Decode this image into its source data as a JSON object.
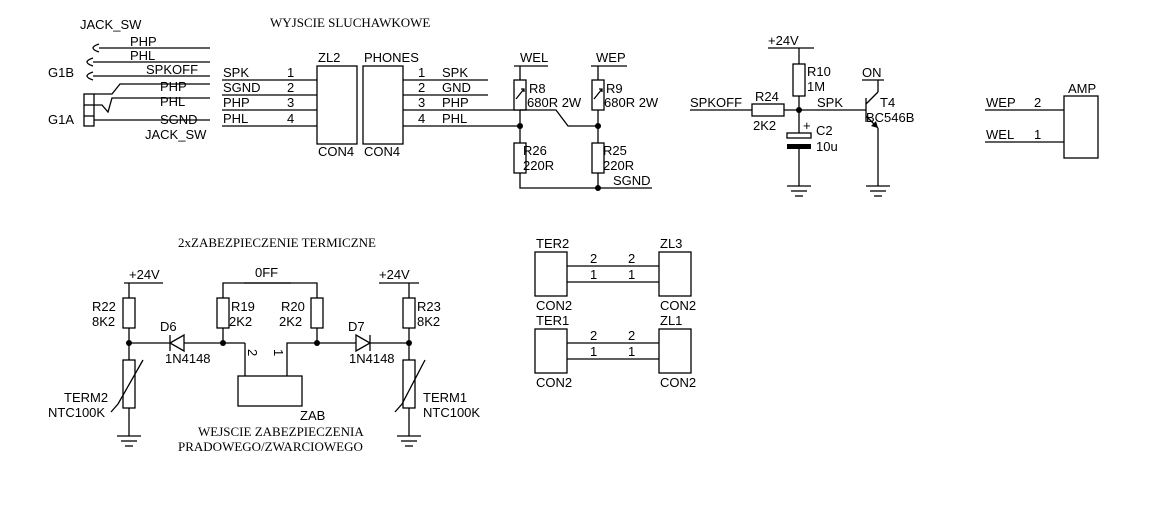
{
  "titles": {
    "headphones": "WYJSCIE SLUCHAWKOWE",
    "thermal": "2xZABEZPIECZENIE TERMICZNE",
    "input_line1": "WEJSCIE ZABEZPIECZENIA",
    "input_line2": "PRADOWEGO/ZWARCIOWEGO"
  },
  "jack": {
    "top_label": "JACK_SW",
    "bottom_label": "JACK_SW",
    "g1b": "G1B",
    "g1a": "G1A",
    "pins_top": [
      "PHP",
      "PHL",
      "SPKOFF"
    ],
    "pins_bottom": [
      "PHP",
      "PHL",
      "SGND"
    ]
  },
  "zl2": {
    "name": "ZL2",
    "type": "CON4",
    "left_nets": [
      "SPK",
      "SGND",
      "PHP",
      "PHL"
    ],
    "pins": [
      "1",
      "2",
      "3",
      "4"
    ]
  },
  "phones": {
    "name": "PHONES",
    "type": "CON4",
    "pins": [
      "1",
      "2",
      "3",
      "4"
    ],
    "right_nets": [
      "SPK",
      "GND",
      "PHP",
      "PHL"
    ]
  },
  "resistors": {
    "r8": {
      "name": "R8",
      "value": "680R 2W",
      "net": "WEL"
    },
    "r9": {
      "name": "R9",
      "value": "680R 2W",
      "net": "WEP"
    },
    "r26": {
      "name": "R26",
      "value": "220R"
    },
    "r25": {
      "name": "R25",
      "value": "220R"
    },
    "sgnd": "SGND",
    "r10": {
      "name": "R10",
      "value": "1M"
    },
    "r24": {
      "name": "R24",
      "value": "2K2"
    },
    "r22": {
      "name": "R22",
      "value": "8K2"
    },
    "r19": {
      "name": "R19",
      "value": "2K2"
    },
    "r20": {
      "name": "R20",
      "value": "2K2"
    },
    "r23": {
      "name": "R23",
      "value": "8K2"
    }
  },
  "transistor_stage": {
    "supply": "+24V",
    "input_net": "SPKOFF",
    "output_net": "SPK",
    "on_label": "ON",
    "cap_name": "C2",
    "cap_value": "10u",
    "cap_polarity": "+",
    "transistor_name": "T4",
    "transistor_type": "BC546B"
  },
  "amp": {
    "name": "AMP",
    "pins": [
      {
        "net": "WEP",
        "pin": "2"
      },
      {
        "net": "WEL",
        "pin": "1"
      }
    ]
  },
  "thermal": {
    "supply_left": "+24V",
    "supply_right": "+24V",
    "off_label": "0FF",
    "d6": {
      "name": "D6",
      "type": "1N4148"
    },
    "d7": {
      "name": "D7",
      "type": "1N4148"
    },
    "zab": {
      "name": "ZAB",
      "pin_left": "2",
      "pin_right": "1"
    },
    "term2": {
      "name": "TERM2",
      "type": "NTC100K"
    },
    "term1": {
      "name": "TERM1",
      "type": "NTC100K"
    }
  },
  "connectors": [
    {
      "left": "TER2",
      "left_type": "CON2",
      "right": "ZL3",
      "right_type": "CON2",
      "pins_left": [
        "2",
        "1"
      ],
      "pins_right": [
        "2",
        "1"
      ]
    },
    {
      "left": "TER1",
      "left_type": "CON2",
      "right": "ZL1",
      "right_type": "CON2",
      "pins_left": [
        "2",
        "1"
      ],
      "pins_right": [
        "2",
        "1"
      ]
    }
  ]
}
